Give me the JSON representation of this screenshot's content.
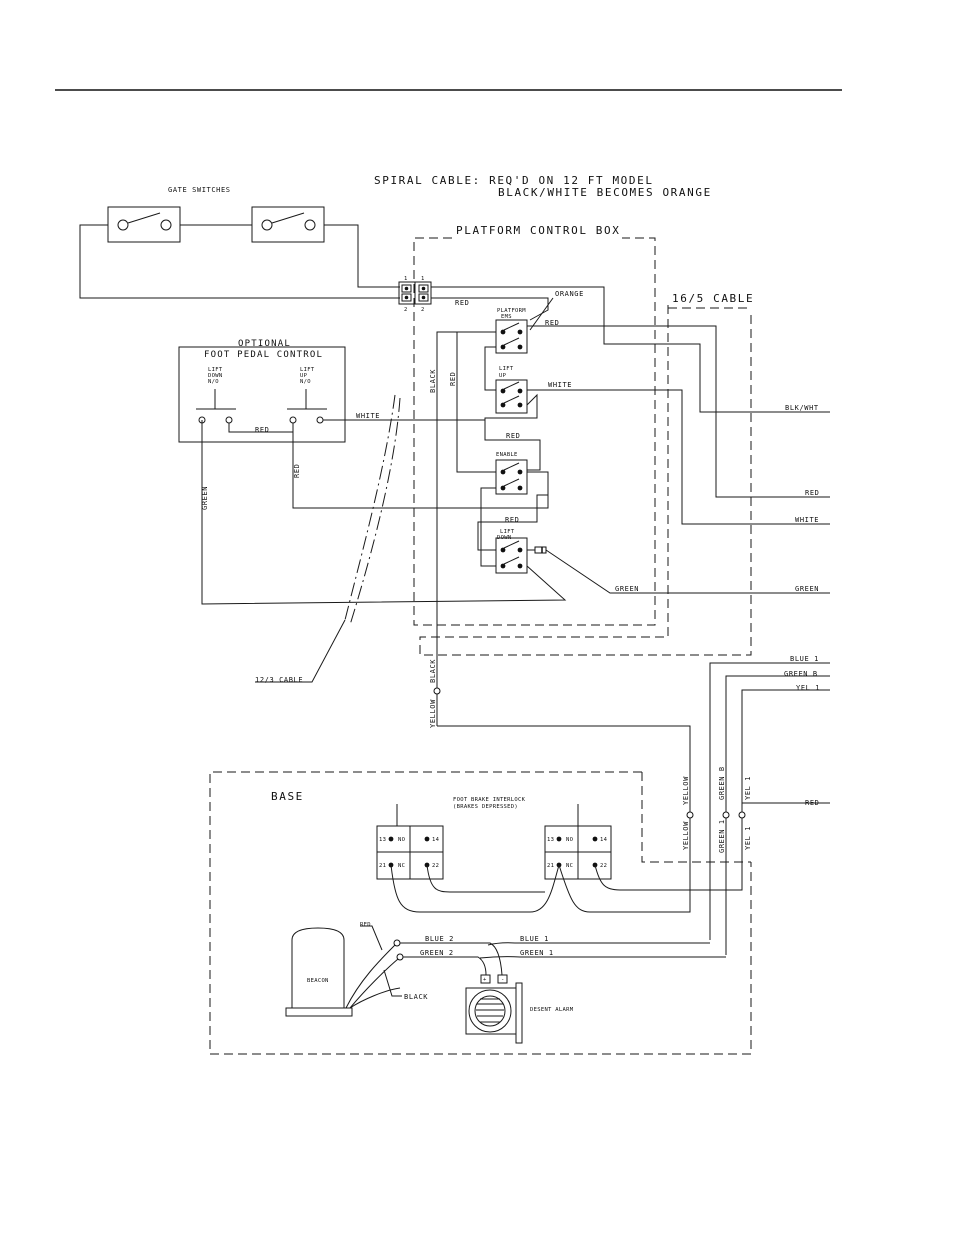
{
  "note": {
    "line1": "SPIRAL CABLE:  REQ'D ON 12 FT MODEL",
    "line2": "BLACK/WHITE BECOMES ORANGE"
  },
  "titles": {
    "gate_switches": "GATE SWITCHES",
    "platform_control_box": "PLATFORM CONTROL BOX",
    "cable_16_5": "16/5 CABLE",
    "optional": "OPTIONAL",
    "foot_pedal_control": "FOOT PEDAL CONTROL",
    "base": "BASE",
    "foot_brake_1": "FOOT BRAKE INTERLOCK",
    "foot_brake_2": "(BRAKES DEPRESSED)",
    "cable_12_3": "12/3 CABLE",
    "beacon": "BEACON",
    "desent_alarm": "DESENT ALARM"
  },
  "switch_labels": {
    "platform": "PLATFORM",
    "ems": "EMS",
    "lift_up_1": "LIFT",
    "lift_up_2": "UP",
    "enable": "ENABLE",
    "lift_down_1": "LIFT",
    "lift_down_2": "DOWN",
    "pedal_down_1": "LIFT",
    "pedal_down_2": "DOWN",
    "pedal_down_3": "N/O",
    "pedal_up_1": "LIFT",
    "pedal_up_2": "UP",
    "pedal_up_3": "N/O"
  },
  "terminal_labels": {
    "t1": "1",
    "t2": "2",
    "c13": "13",
    "no": "NO",
    "c14": "14",
    "c21": "21",
    "nc": "NC",
    "c22": "22",
    "plus": "+",
    "minus": "-"
  },
  "wire_labels": {
    "red": "RED",
    "orange": "ORANGE",
    "white": "WHITE",
    "black": "BLACK",
    "green": "GREEN",
    "yellow": "YELLOW",
    "blk_wht": "BLK/WHT",
    "blue_1": "BLUE 1",
    "blue_2": "BLUE 2",
    "green_b": "GREEN B",
    "green_1": "GREEN 1",
    "green_2": "GREEN 2",
    "yel_1": "YEL 1",
    "green_b_v": "GREEN B"
  }
}
